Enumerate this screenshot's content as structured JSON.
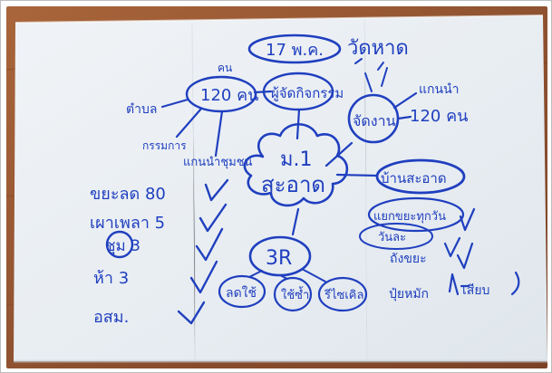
{
  "colors": {
    "wood": "#9b5a33",
    "wood_dark": "#6e3b20",
    "wood_light": "#b16c3f",
    "paper": "#eaeef2",
    "paper_shadow": "#cfd6dd",
    "ink": "#1f3fbf"
  },
  "mindmap": {
    "header_date": "17 พ.ค.",
    "header_place": "วัดหาด",
    "center_line1": "ม.1",
    "center_line2": "สะอาด",
    "node_participants": "120 คน",
    "label_person": "คน",
    "label_tambon": "ตำบล",
    "label_krammakan": "กรรมการ",
    "label_leaders": "แกนนำชุมชน",
    "node_organizers": "ผู้จัดกิจกรรม",
    "node_activity": "จัดงาน",
    "label_leader_2": "แกนนำ",
    "label_120": "120 คน",
    "node_clean_house": "บ้านสะอาด",
    "node_clean_sub": "แยกขยะทุกวัน",
    "label_wan": "วันละ",
    "label_bin": "ถังขยะ",
    "label_compost": "ปุ๋ยหมัก",
    "label_sell": "เสียบ",
    "node_3r": "3R",
    "node_reduce": "ลดใช้",
    "node_reuse": "ใช้ซ้ำ",
    "node_recycle": "รีไซเคิล",
    "list_1": "ขยะลด 80",
    "list_2": "เผาเพลา 5",
    "list_3": "ชุม 3",
    "list_4": "ห้า 3",
    "list_5": "อสม."
  }
}
